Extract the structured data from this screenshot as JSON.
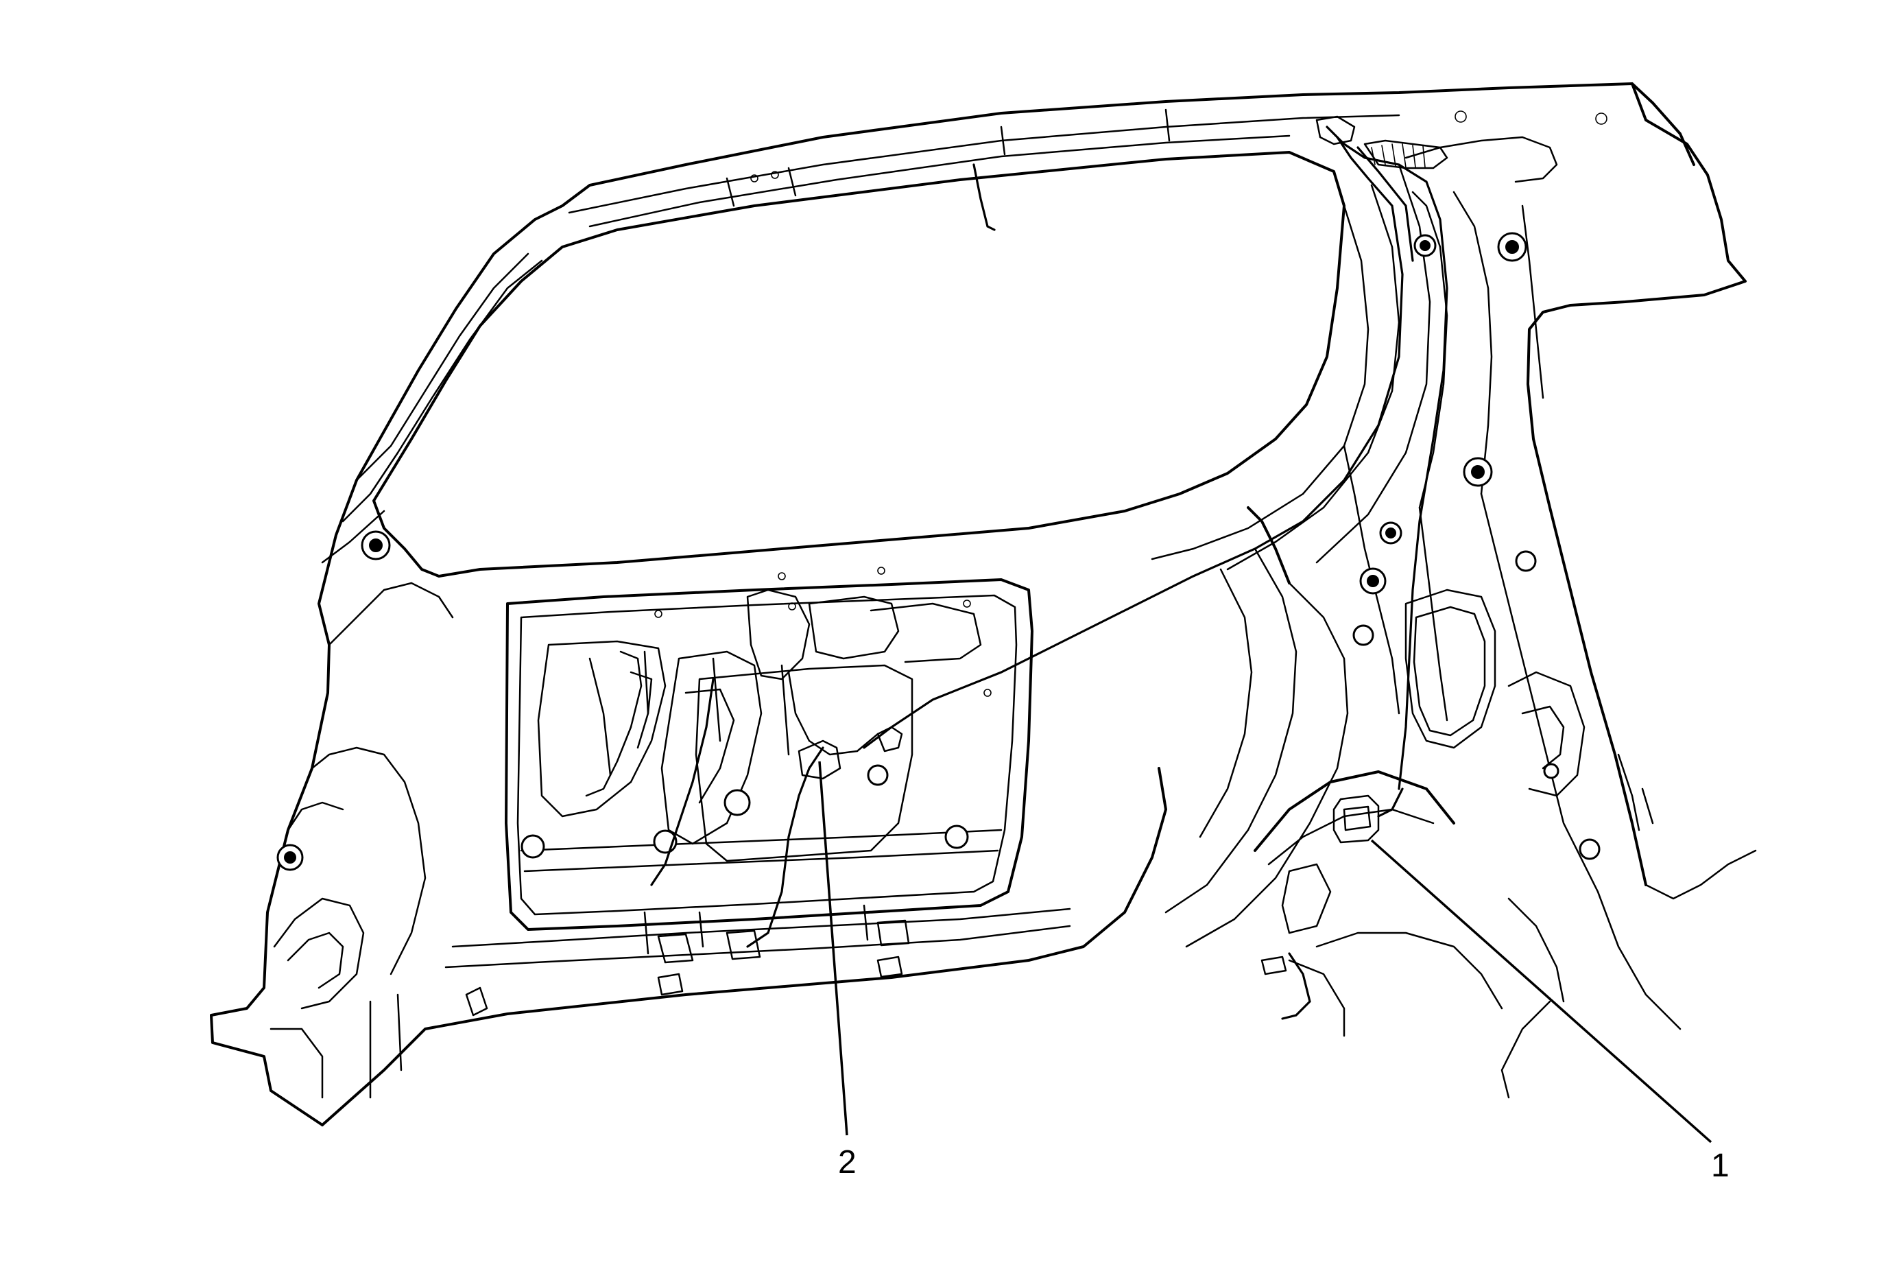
{
  "diagram": {
    "callouts": [
      {
        "id": "1",
        "label": "1"
      },
      {
        "id": "2",
        "label": "2"
      }
    ]
  },
  "colors": {
    "line": "#000000",
    "background": "#ffffff"
  }
}
